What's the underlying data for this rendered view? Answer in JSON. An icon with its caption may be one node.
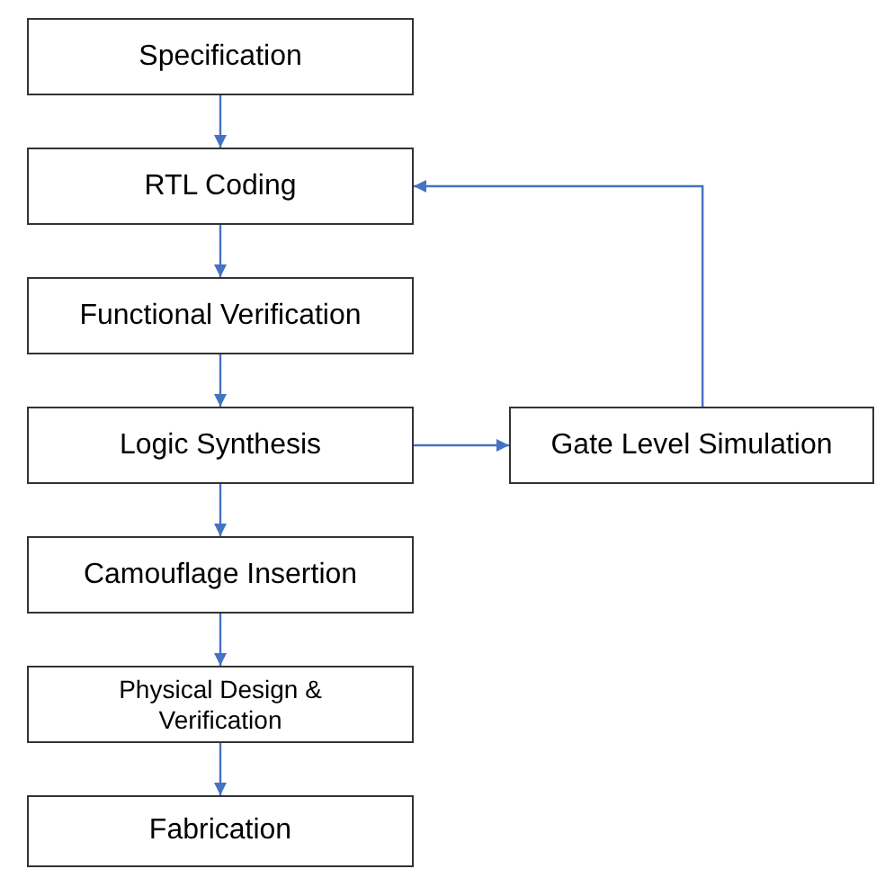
{
  "diagram": {
    "nodes": [
      {
        "text": [
          "Specification"
        ]
      },
      {
        "text": [
          "RTL Coding"
        ]
      },
      {
        "text": [
          "Functional Verification"
        ]
      },
      {
        "text": [
          "Logic Synthesis"
        ]
      },
      {
        "text": [
          "Camouflage Insertion"
        ]
      },
      {
        "text": [
          "Physical Design & Verification"
        ]
      },
      {
        "text": [
          "Fabrication"
        ]
      },
      {
        "text": [
          "Gate Level Simulation"
        ]
      }
    ],
    "edges": [
      {
        "from": 0,
        "to": 1,
        "arrow": "to"
      },
      {
        "from": 1,
        "to": 2,
        "arrow": "to"
      },
      {
        "from": 2,
        "to": 3,
        "arrow": "to"
      },
      {
        "from": 3,
        "to": 4,
        "arrow": "to"
      },
      {
        "from": 4,
        "to": 5,
        "arrow": "to"
      },
      {
        "from": 5,
        "to": 6,
        "arrow": "to"
      },
      {
        "from": 3,
        "to": 7,
        "arrow": "to"
      },
      {
        "from": 7,
        "to": 1,
        "arrow": "to"
      }
    ]
  }
}
